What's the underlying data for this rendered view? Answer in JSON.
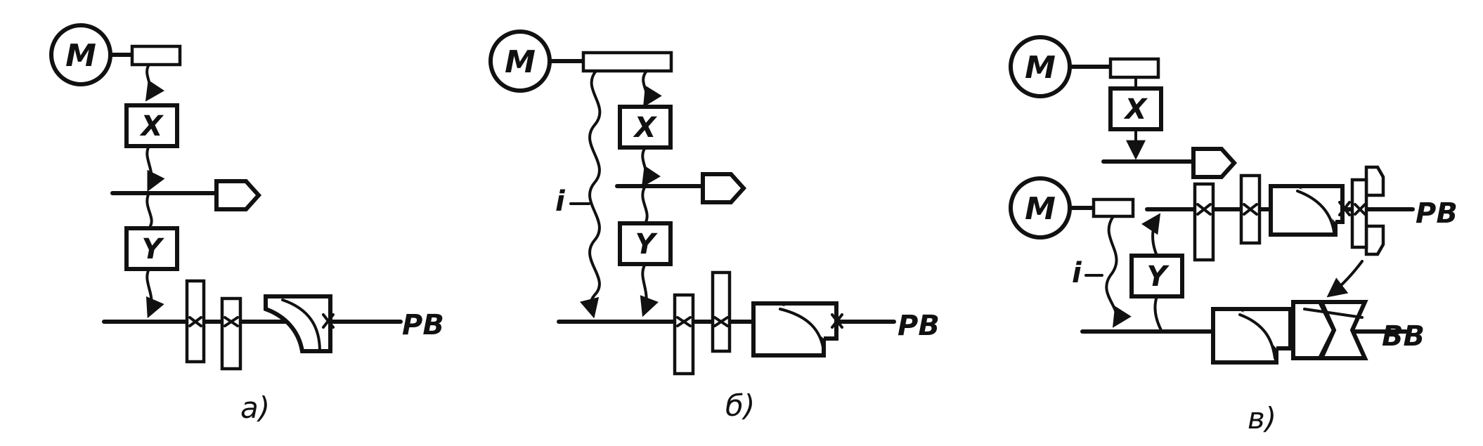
{
  "panels": [
    {
      "id": "a",
      "motor_label": "M",
      "block_x_label": "X",
      "block_y_label": "Y",
      "output_label": "PB",
      "caption": "а)"
    },
    {
      "id": "b",
      "motor_label": "M",
      "block_x_label": "X",
      "block_y_label": "Y",
      "link_label": "i",
      "output_label": "PB",
      "caption": "б)"
    },
    {
      "id": "c",
      "motor1_label": "M",
      "motor2_label": "M",
      "block_x_label": "X",
      "block_y_label": "Y",
      "link_label": "i",
      "output_top_label": "PB",
      "output_bottom_label": "BB",
      "caption": "в)"
    }
  ]
}
